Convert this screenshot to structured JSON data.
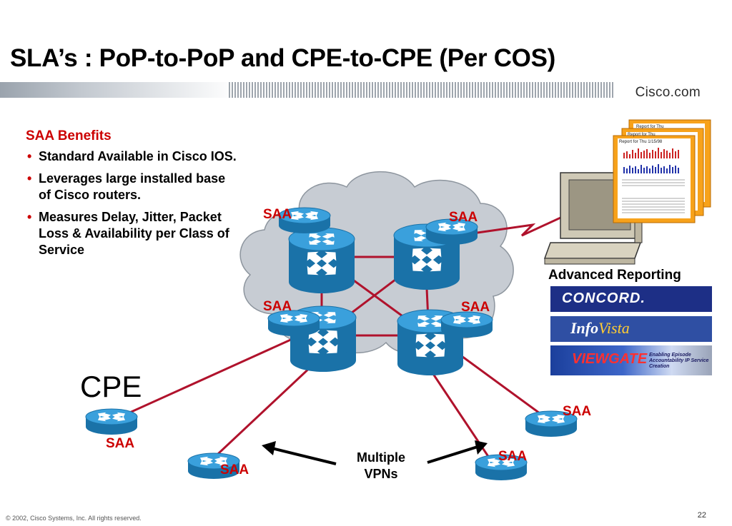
{
  "slide": {
    "title": "SLA’s : PoP-to-PoP and CPE-to-CPE (Per COS)",
    "brand": "Cisco.com",
    "footer": "© 2002, Cisco Systems, Inc. All rights reserved.",
    "page_number": "22"
  },
  "benefits": {
    "heading": "SAA Benefits",
    "items": [
      "Standard Available in Cisco IOS.",
      "Leverages large installed base of Cisco routers.",
      "Measures Delay, Jitter, Packet Loss & Availability per Class of Service"
    ]
  },
  "diagram": {
    "saa_label": "SAA",
    "cpe_label": "CPE",
    "multiple_vpns": "Multiple VPNs",
    "advanced_reporting": "Advanced Reporting",
    "report_titles": [
      "Report for Thu",
      "Report for Thu",
      "Report for Thu 1/15/98"
    ]
  },
  "logos": {
    "concord": "CONCORD.",
    "infovista_info": "Info",
    "infovista_vista": "Vista",
    "viewgate": "VIEWGATE",
    "viewgate_tagline": "Enabling Episode Accountability IP Service Creation"
  },
  "colors": {
    "accent_red": "#cc0000",
    "router_blue": "#1e7fb8",
    "link_red": "#b0122c",
    "cloud_gray": "#c7ccd3",
    "report_orange": "#f7a21b"
  }
}
